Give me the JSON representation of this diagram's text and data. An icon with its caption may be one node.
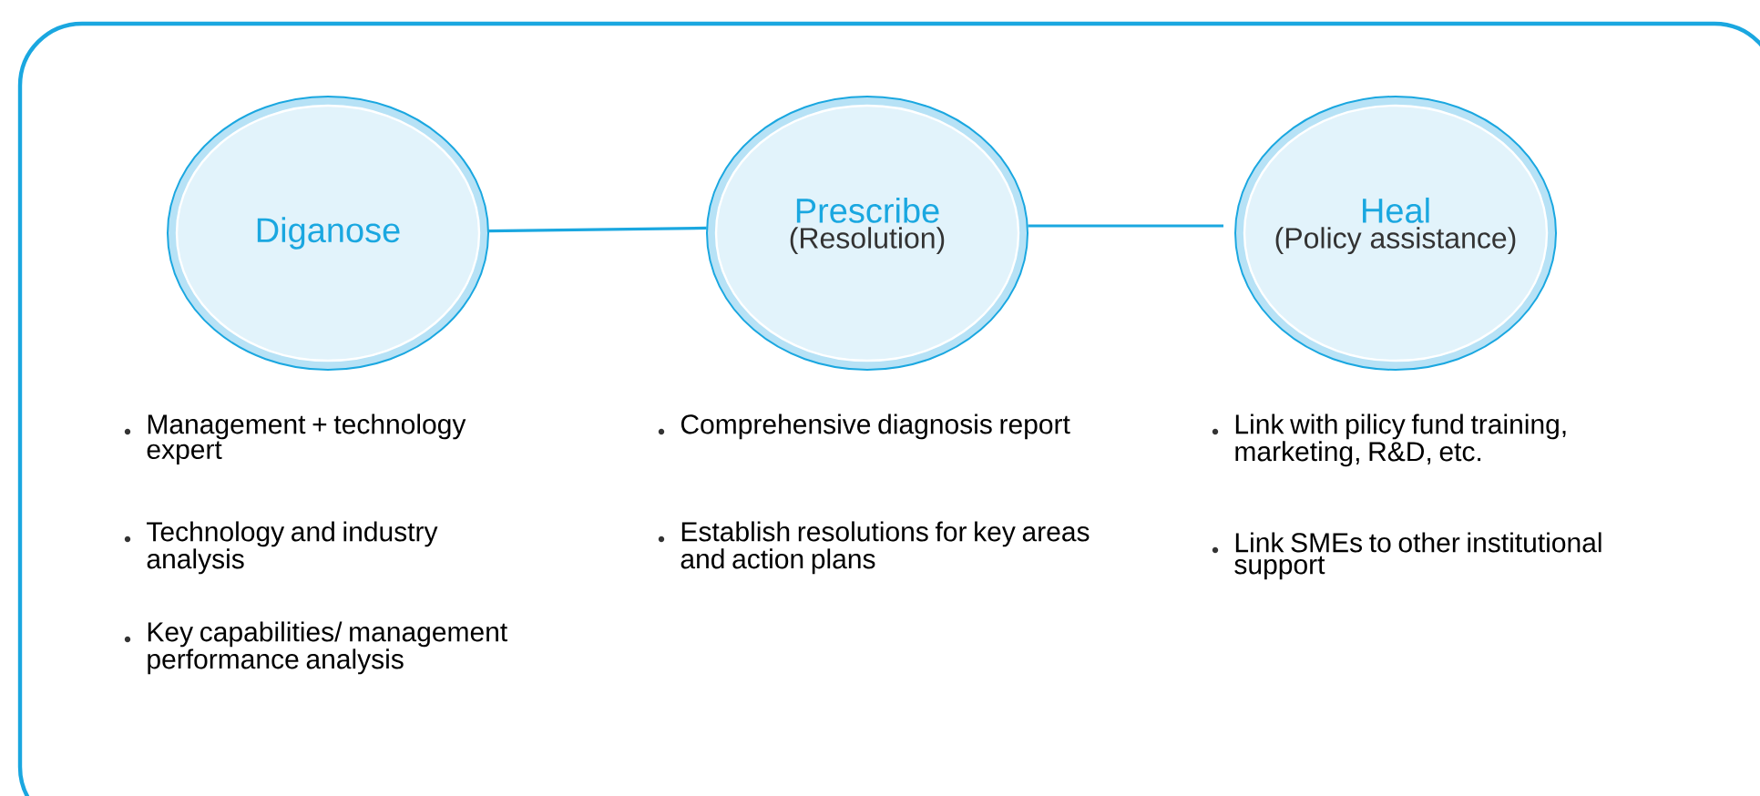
{
  "diagram": {
    "nodes": [
      {
        "text": [
          "Diganose"
        ]
      },
      {
        "text": [
          "Prescribe",
          "(Resolution)"
        ]
      },
      {
        "text": [
          "Heal",
          "(Policy assistance)"
        ]
      }
    ],
    "edges": [
      {
        "from": 0,
        "to": 1,
        "arrow": "none"
      },
      {
        "from": 1,
        "to": 2,
        "arrow": "none"
      }
    ],
    "labels": [
      "Management + technology expert",
      "Comprehensive diagnosis report",
      "Link with pilicy fund training, marketing, R&D, etc.",
      "Technology and industry analysis",
      "Establish resolutions for key areas and action plans",
      "Link SMEs to other institutional support",
      "Key capabilities/ management performance analysis"
    ]
  }
}
